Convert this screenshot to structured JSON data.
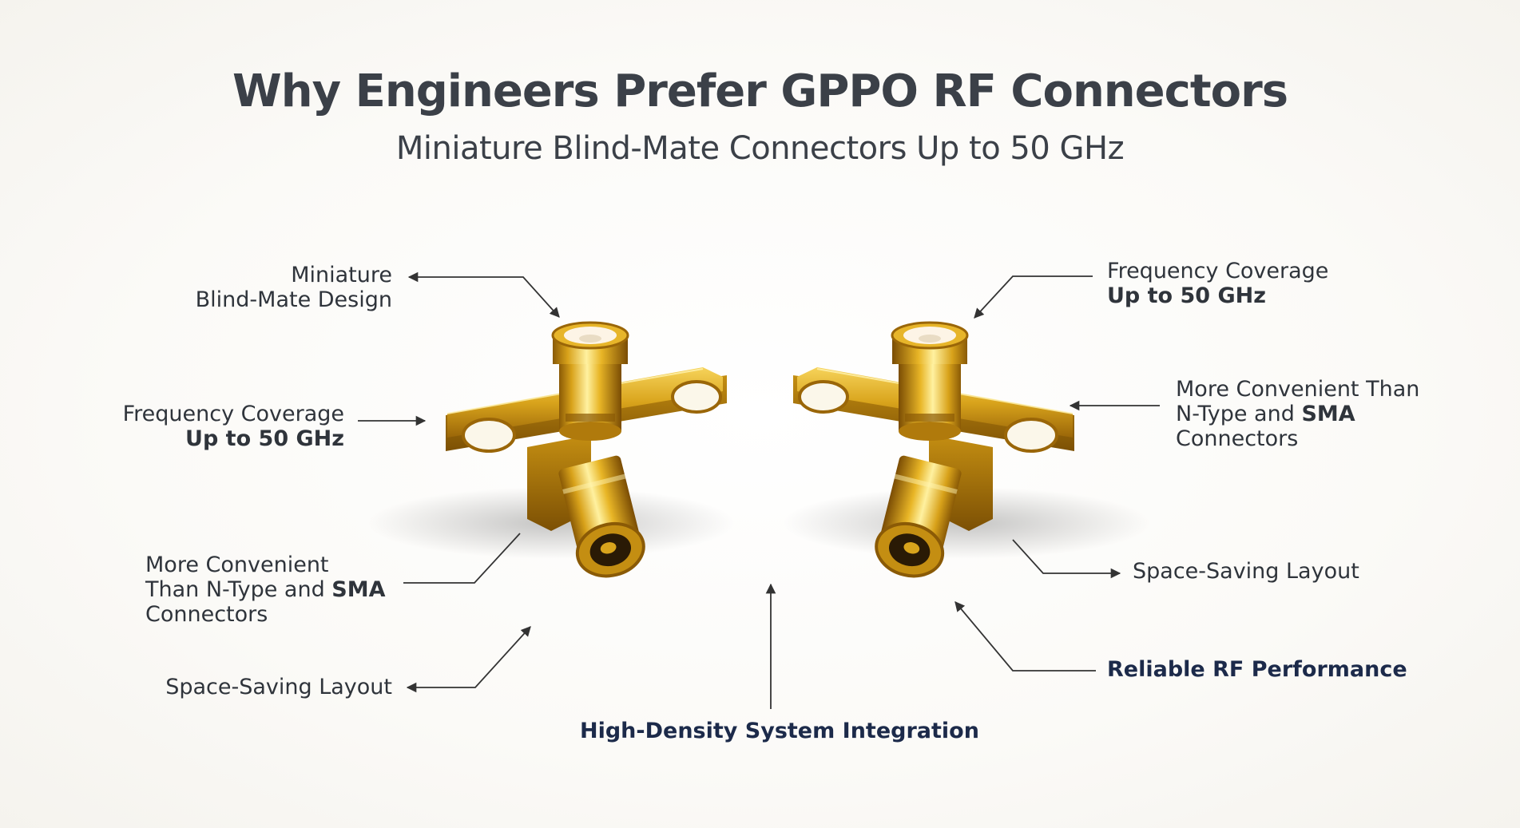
{
  "header": {
    "title": "Why Engineers Prefer GPPO RF Connectors",
    "subtitle": "Miniature Blind-Mate Connectors Up to 50 GHz"
  },
  "left_callouts": {
    "miniature": {
      "line1": "Miniature",
      "line2": "Blind-Mate Design"
    },
    "frequency": {
      "line1": "Frequency Coverage",
      "line2": "Up to 50 GHz"
    },
    "convenient": {
      "line1": "More Convenient",
      "line2a": "Than N-Type and ",
      "line2b": "SMA",
      "line3": "Connectors"
    },
    "space": {
      "text": "Space-Saving Layout"
    }
  },
  "right_callouts": {
    "frequency": {
      "line1": "Frequency Coverage",
      "line2": "Up to 50 GHz"
    },
    "convenient": {
      "line1": "More Convenient Than",
      "line2a": "N-Type and ",
      "line2b": "SMA",
      "line3": "Connectors"
    },
    "space": {
      "text": "Space-Saving Layout"
    },
    "reliable": {
      "text": "Reliable RF Performance"
    }
  },
  "bottom_callout": {
    "text": "High-Density System Integration"
  },
  "colors": {
    "background": "#fbfaf7",
    "heading": "#3b4048",
    "label": "#2f343b",
    "accent_navy": "#1c2a4a",
    "gold": "#e0b020",
    "arrow": "#333333"
  },
  "icons": [
    "gppo-connector-left",
    "gppo-connector-right"
  ]
}
